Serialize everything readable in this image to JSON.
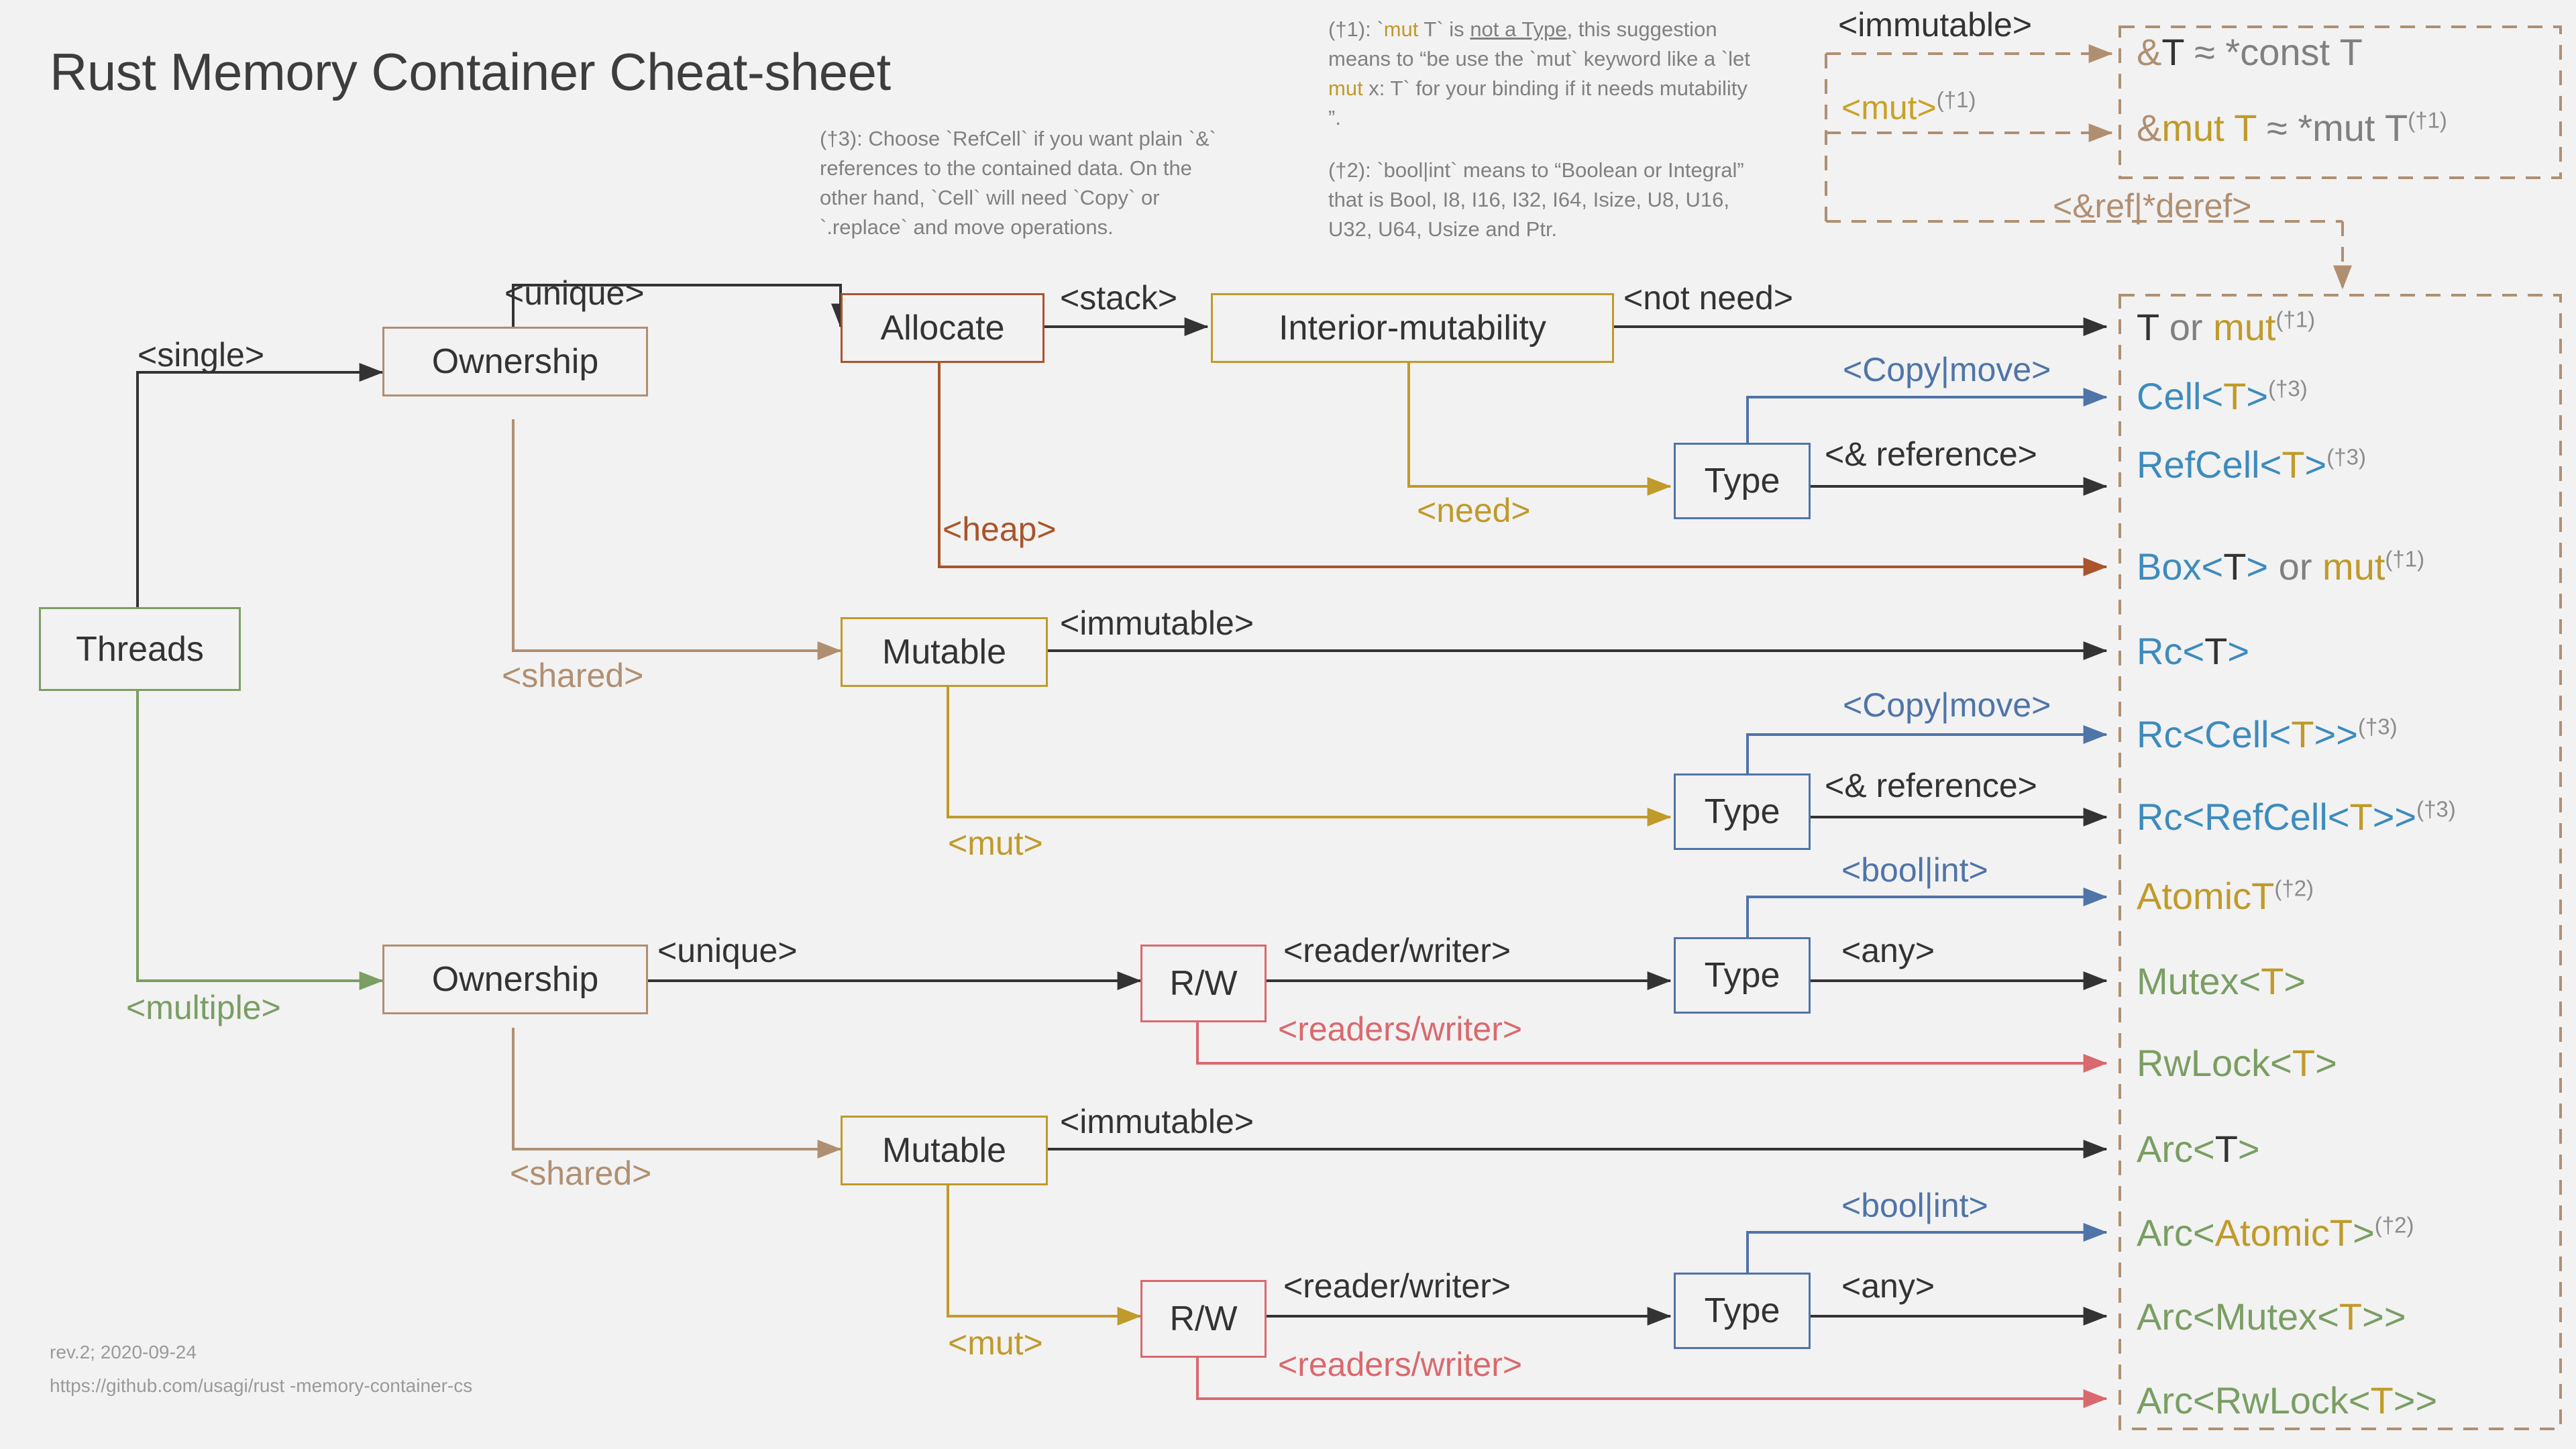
{
  "title": "Rust Memory Container Cheat-sheet",
  "notes": {
    "n3": "(†3): Choose `RefCell` if you want plain `&` references to the contained data. On the other hand, `Cell` will need `Copy` or `.replace` and move operations.",
    "n1_pre": "(†1): `",
    "n1_mut": "mut",
    "n1_mid": " T` is ",
    "n1_underline": "not a Type",
    "n1_post": ", this suggestion means to “be use the `mut` keyword like a `let ",
    "n1_mut2": "mut",
    "n1_tail": " x: T` for your binding if it needs mutability ”.",
    "n2": "(†2): `bool|int` means to “Boolean or Integral” that is Bool, I8, I16, I32, I64, Isize, U8, U16, U32, U64,  Usize and Ptr."
  },
  "legend": {
    "immutable_label": "<immutable>",
    "mut_label": "<mut>",
    "mut_sup": "(†1)",
    "deref_label": "<&ref|*deref>",
    "row1": {
      "amp": "&",
      "t": "T",
      "approx": " ≈ ",
      "ptr": "*const T"
    },
    "row2": {
      "amp": "&",
      "mut": "mut",
      "t": " T",
      "approx": " ≈ ",
      "ptr": "*mut T",
      "sup": "(†1)"
    }
  },
  "nodes": {
    "threads": "Threads",
    "ownership_single": "Ownership",
    "ownership_multi": "Ownership",
    "allocate": "Allocate",
    "interior_mutability": "Interior-mutability",
    "mutable_single": "Mutable",
    "mutable_multi": "Mutable",
    "type_a": "Type",
    "type_b": "Type",
    "type_c": "Type",
    "type_d": "Type",
    "rw_single": "R/W",
    "rw_multi": "R/W"
  },
  "edges": {
    "single": "<single>",
    "multiple": "<multiple>",
    "unique_top": "<unique>",
    "unique_bottom": "<unique>",
    "shared_top": "<shared>",
    "shared_bottom": "<shared>",
    "stack": "<stack>",
    "heap": "<heap>",
    "not_need": "<not need>",
    "need": "<need>",
    "copy_move_1": "<Copy|move>",
    "copy_move_2": "<Copy|move>",
    "reference_1": "<& reference>",
    "reference_2": "<& reference>",
    "immutable_1": "<immutable>",
    "immutable_2": "<immutable>",
    "mut_1": "<mut>",
    "mut_2": "<mut>",
    "reader_writer_1": "<reader/writer>",
    "reader_writer_2": "<reader/writer>",
    "readers_writer_1": "<readers/writer>",
    "readers_writer_2": "<readers/writer>",
    "bool_int_1": "<bool|int>",
    "bool_int_2": "<bool|int>",
    "any_1": "<any>",
    "any_2": "<any>"
  },
  "results": [
    {
      "id": "t-or-mut",
      "parts": [
        {
          "t": "T",
          "c": "dark"
        },
        {
          "t": " or ",
          "c": "grey"
        },
        {
          "t": "mut",
          "c": "gold"
        }
      ],
      "sup": "(†1)"
    },
    {
      "id": "cell-t",
      "parts": [
        {
          "t": "Cell<",
          "c": "blue"
        },
        {
          "t": "T",
          "c": "gold"
        },
        {
          "t": ">",
          "c": "blue"
        }
      ],
      "sup": "(†3)"
    },
    {
      "id": "refcell-t",
      "parts": [
        {
          "t": "RefCell<",
          "c": "blue"
        },
        {
          "t": "T",
          "c": "gold"
        },
        {
          "t": ">",
          "c": "blue"
        }
      ],
      "sup": "(†3)"
    },
    {
      "id": "box-t-or-mut",
      "parts": [
        {
          "t": "Box<",
          "c": "blue"
        },
        {
          "t": "T",
          "c": "dark"
        },
        {
          "t": ">",
          "c": "blue"
        },
        {
          "t": " or ",
          "c": "grey"
        },
        {
          "t": "mut",
          "c": "gold"
        }
      ],
      "sup": "(†1)"
    },
    {
      "id": "rc-t",
      "parts": [
        {
          "t": "Rc<",
          "c": "blue"
        },
        {
          "t": "T",
          "c": "dark"
        },
        {
          "t": ">",
          "c": "blue"
        }
      ],
      "sup": ""
    },
    {
      "id": "rc-cell-t",
      "parts": [
        {
          "t": "Rc<Cell<",
          "c": "blue"
        },
        {
          "t": "T",
          "c": "gold"
        },
        {
          "t": ">>",
          "c": "blue"
        }
      ],
      "sup": "(†3)"
    },
    {
      "id": "rc-refcell-t",
      "parts": [
        {
          "t": "Rc<RefCell<",
          "c": "blue"
        },
        {
          "t": "T",
          "c": "gold"
        },
        {
          "t": ">>",
          "c": "blue"
        }
      ],
      "sup": "(†3)"
    },
    {
      "id": "atomic-t",
      "parts": [
        {
          "t": "AtomicT",
          "c": "gold"
        }
      ],
      "sup": "(†2)"
    },
    {
      "id": "mutex-t",
      "parts": [
        {
          "t": "Mutex<",
          "c": "green"
        },
        {
          "t": "T",
          "c": "gold"
        },
        {
          "t": ">",
          "c": "green"
        }
      ],
      "sup": ""
    },
    {
      "id": "rwlock-t",
      "parts": [
        {
          "t": "RwLock<",
          "c": "green"
        },
        {
          "t": "T",
          "c": "gold"
        },
        {
          "t": ">",
          "c": "green"
        }
      ],
      "sup": ""
    },
    {
      "id": "arc-t",
      "parts": [
        {
          "t": "Arc<",
          "c": "green"
        },
        {
          "t": "T",
          "c": "dark"
        },
        {
          "t": ">",
          "c": "green"
        }
      ],
      "sup": ""
    },
    {
      "id": "arc-atomic-t",
      "parts": [
        {
          "t": "Arc<",
          "c": "green"
        },
        {
          "t": "AtomicT",
          "c": "gold"
        },
        {
          "t": ">",
          "c": "green"
        }
      ],
      "sup": "(†2)"
    },
    {
      "id": "arc-mutex-t",
      "parts": [
        {
          "t": "Arc<Mutex<",
          "c": "green"
        },
        {
          "t": "T",
          "c": "gold"
        },
        {
          "t": ">>",
          "c": "green"
        }
      ],
      "sup": ""
    },
    {
      "id": "arc-rwlock-t",
      "parts": [
        {
          "t": "Arc<RwLock<",
          "c": "green"
        },
        {
          "t": "T",
          "c": "gold"
        },
        {
          "t": ">>",
          "c": "green"
        }
      ],
      "sup": ""
    }
  ],
  "footer": {
    "rev": "rev.2; 2020-09-24",
    "url": "https://github.com/usagi/rust -memory-container-cs"
  },
  "colors": {
    "background": "#f2f2f2",
    "blue": "#3d8bbd",
    "gold": "#c09a2a",
    "dark": "#333333",
    "grey": "#808080",
    "green": "#7a9e63",
    "tan": "#b08f71",
    "brown": "#a9542a",
    "red": "#d9696e",
    "steel": "#4f74a8"
  }
}
